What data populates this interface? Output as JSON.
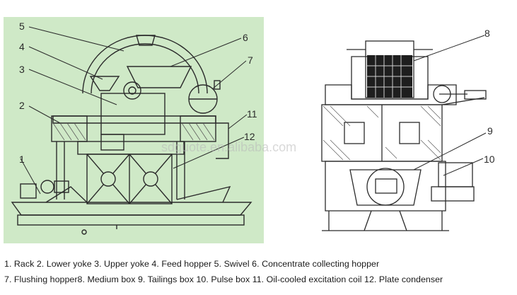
{
  "left_diagram": {
    "labels": [
      "5",
      "4",
      "3",
      "2",
      "1",
      "6",
      "7",
      "11",
      "12"
    ]
  },
  "right_diagram": {
    "labels": [
      "8",
      "9",
      "10"
    ]
  },
  "watermark": "sdguote.en.alibaba.com",
  "caption": {
    "line1": "1.  Rack 2. Lower yoke 3. Upper yoke 4. Feed hopper 5. Swivel 6. Concentrate collecting hopper",
    "line2": "7.  Flushing hopper8. Medium box 9. Tailings box 10. Pulse box 11. Oil-cooled excitation coil 12. Plate condenser"
  },
  "colors": {
    "left_background": "#cfe9c7",
    "line": "#2b2b2b",
    "hatch": "#555555"
  }
}
